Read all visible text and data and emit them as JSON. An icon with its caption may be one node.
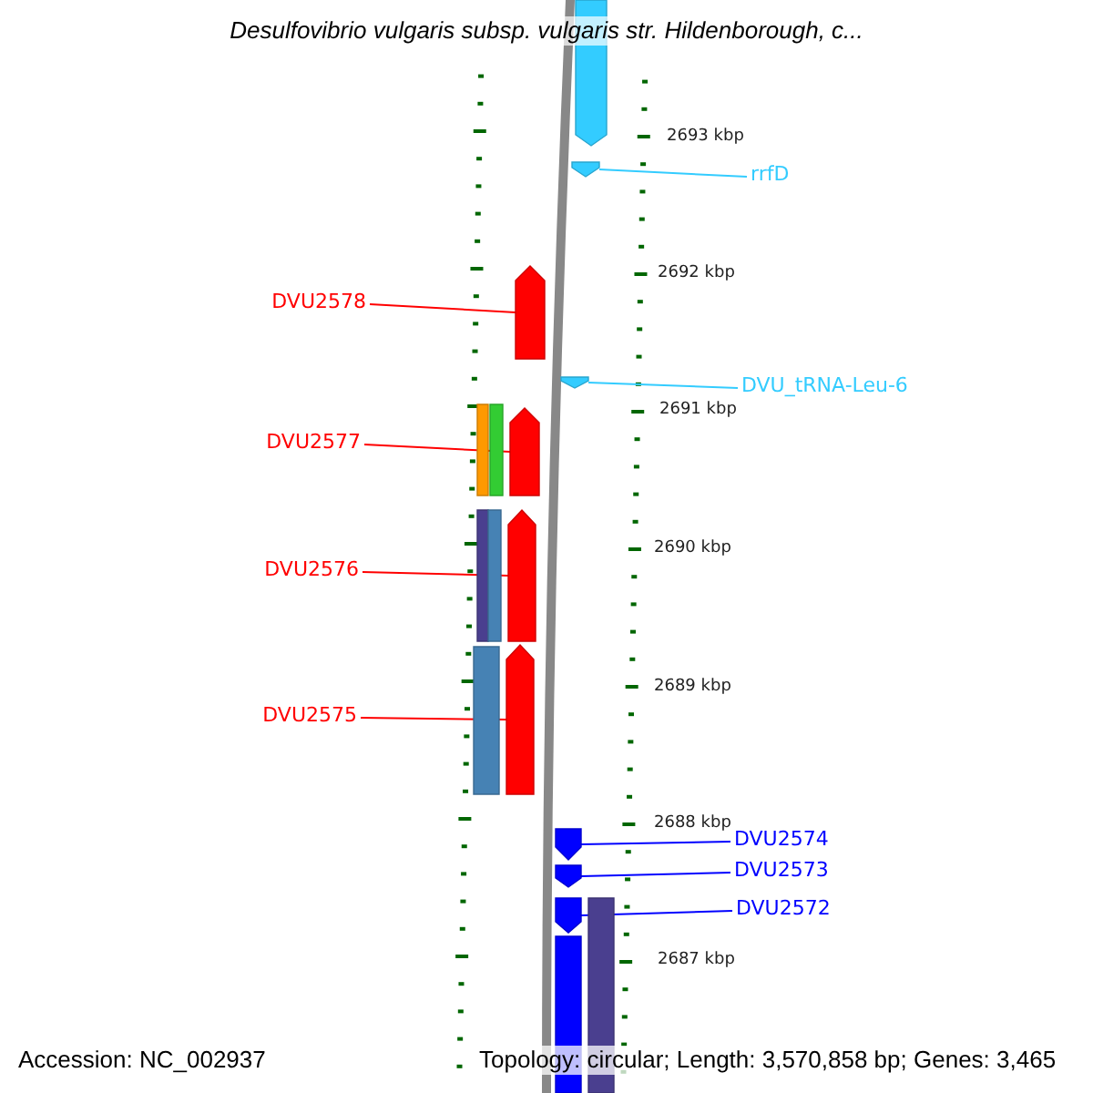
{
  "diagram": {
    "title": "Desulfovibrio vulgaris subsp. vulgaris str. Hildenborough, c...",
    "nodes": [
      {
        "text": [
          "rrfD"
        ]
      },
      {
        "text": [],
        "shape": "arrow"
      },
      {
        "text": [
          "DVU2578"
        ]
      },
      {
        "text": [],
        "shape": "arrow"
      },
      {
        "text": [
          "DVU_tRNA-Leu-6"
        ]
      },
      {
        "text": [],
        "shape": "arrow"
      },
      {
        "text": [
          "DVU2577"
        ]
      },
      {
        "text": [],
        "shape": "arrow"
      },
      {
        "text": [
          "DVU2576"
        ]
      },
      {
        "text": [],
        "shape": "arrow"
      },
      {
        "text": [
          "DVU2575"
        ]
      },
      {
        "text": [],
        "shape": "arrow"
      },
      {
        "text": [
          "DVU2574"
        ]
      },
      {
        "text": [],
        "shape": "arrow"
      },
      {
        "text": [
          "DVU2573"
        ]
      },
      {
        "text": [],
        "shape": "arrow"
      },
      {
        "text": [
          "DVU2572"
        ]
      },
      {
        "text": [],
        "shape": "arrow"
      },
      {
        "text": [],
        "shape": "arrow"
      },
      {
        "text": [],
        "shape": "bar"
      },
      {
        "text": [],
        "shape": "bar"
      },
      {
        "text": [],
        "shape": "bar"
      },
      {
        "text": [],
        "shape": "bar"
      },
      {
        "text": [],
        "shape": "bar"
      },
      {
        "text": [],
        "shape": "bar"
      },
      {
        "text": [],
        "shape": "bar"
      }
    ],
    "edges": [
      {
        "from": 0,
        "to": 1,
        "arrow": "none",
        "color": "#33ccff"
      },
      {
        "from": 2,
        "to": 3,
        "arrow": "none"
      },
      {
        "from": 4,
        "to": 5,
        "arrow": "none",
        "color": "#33ccff"
      },
      {
        "from": 6,
        "to": 7,
        "arrow": "none"
      },
      {
        "from": 8,
        "to": 9,
        "arrow": "none"
      },
      {
        "from": 10,
        "to": 11,
        "arrow": "none"
      },
      {
        "from": 12,
        "to": 13,
        "arrow": "none",
        "color": "#0000ff"
      },
      {
        "from": 14,
        "to": 15,
        "arrow": "none",
        "color": "#0000ff"
      },
      {
        "from": 16,
        "to": 17,
        "arrow": "none",
        "color": "#0000ff"
      }
    ],
    "labels": [
      "2693 kbp",
      "2692 kbp",
      "2691 kbp",
      "2690 kbp",
      "2689 kbp",
      "2688 kbp",
      "2687 kbp",
      "Accession: NC_002937",
      "Topology: circular; Length: 3,570,858 bp; Genes: 3,465"
    ]
  }
}
